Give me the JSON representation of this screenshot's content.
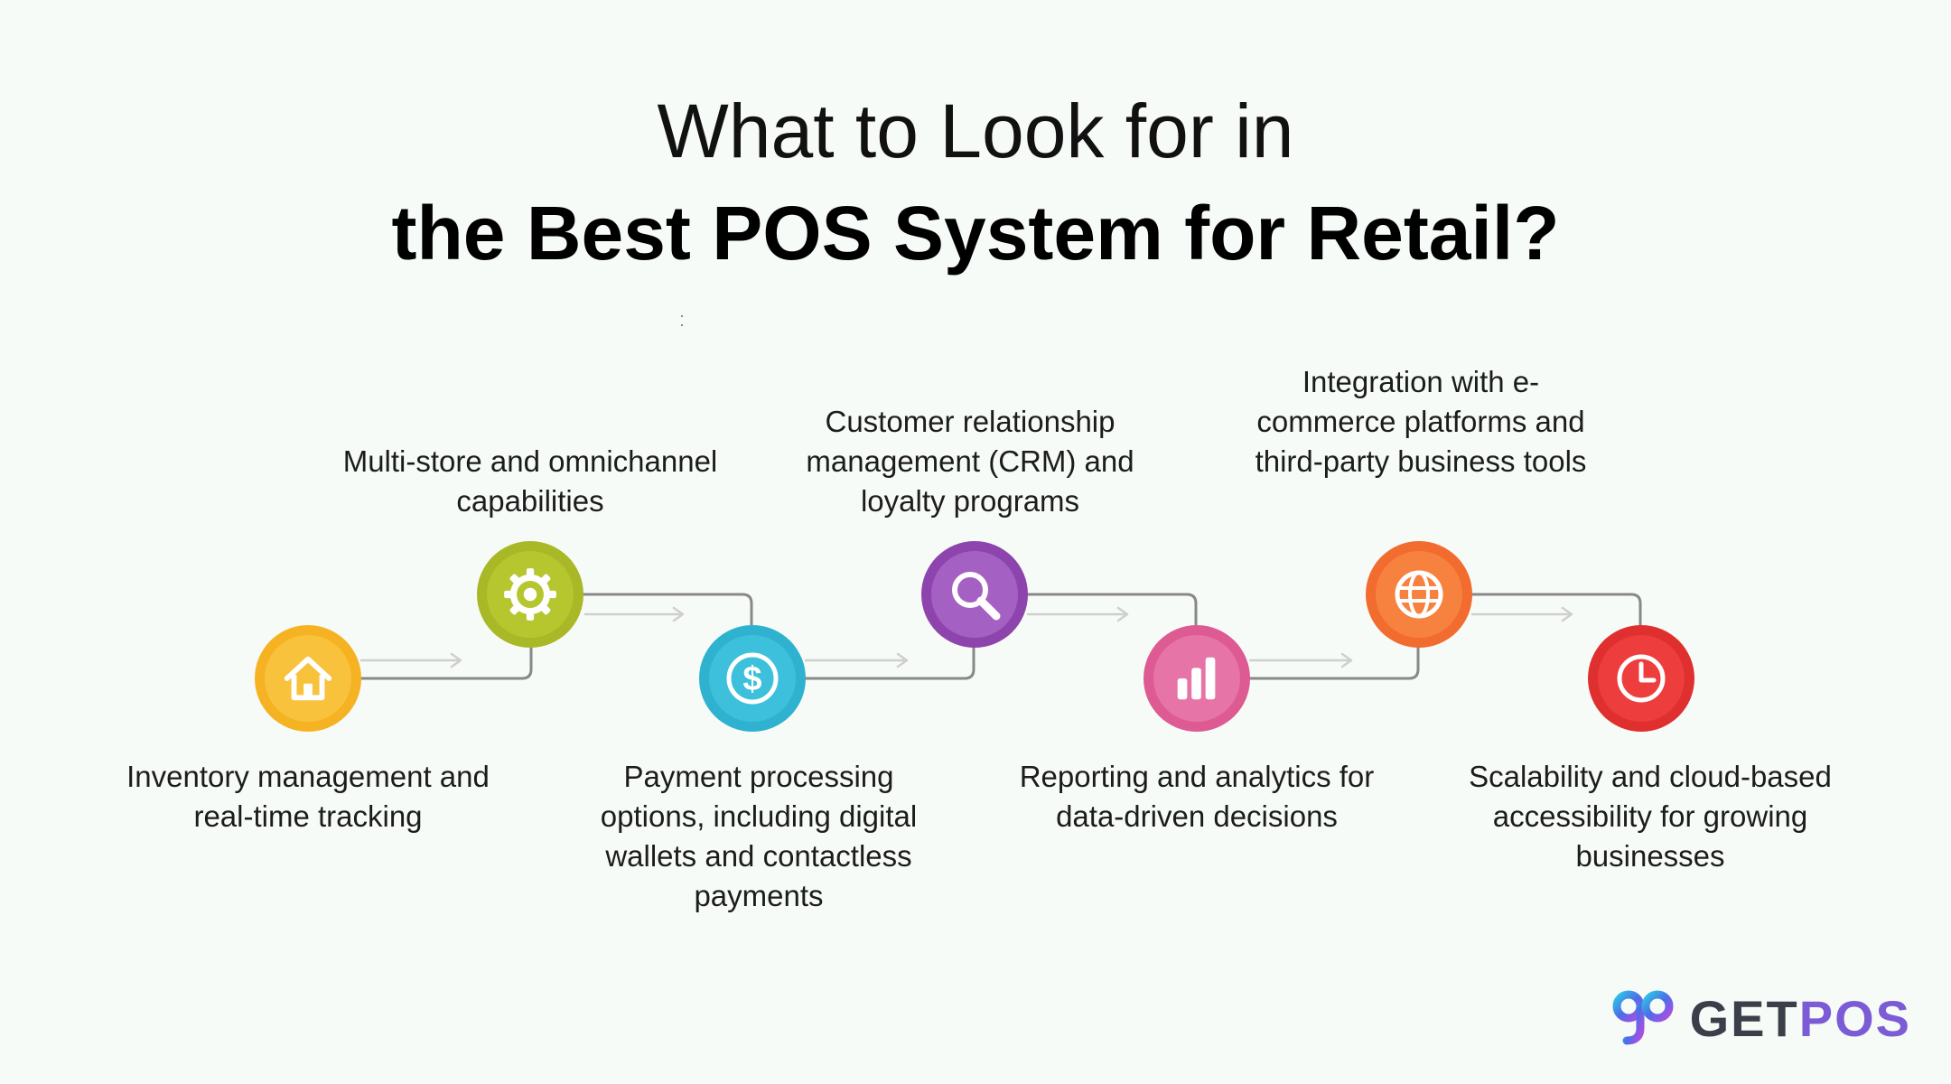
{
  "title": {
    "line1": "What to Look for in",
    "line2": "the Best POS System for Retail?"
  },
  "steps": [
    {
      "label": "Inventory management and real-time tracking",
      "icon": "home-icon",
      "color": "#f5b324"
    },
    {
      "label": "Multi-store and omnichannel capabilities",
      "icon": "gear-icon",
      "color": "#a8b826"
    },
    {
      "label": "Payment processing options, including digital wallets and contactless payments",
      "icon": "dollar-icon",
      "color": "#2fb2cf"
    },
    {
      "label": "Customer relationship management (CRM) and loyalty programs",
      "icon": "search-icon",
      "color": "#8e44ad"
    },
    {
      "label": "Reporting and analytics for data-driven decisions",
      "icon": "bar-chart-icon",
      "color": "#dd5a92"
    },
    {
      "label": "Integration with e-commerce platforms and third-party business tools",
      "icon": "globe-icon",
      "color": "#f26b2f"
    },
    {
      "label": "Scalability and cloud-based accessibility for growing businesses",
      "icon": "clock-icon",
      "color": "#e02f2f"
    }
  ],
  "logo": {
    "text_get": "GET",
    "text_pos": "POS"
  }
}
